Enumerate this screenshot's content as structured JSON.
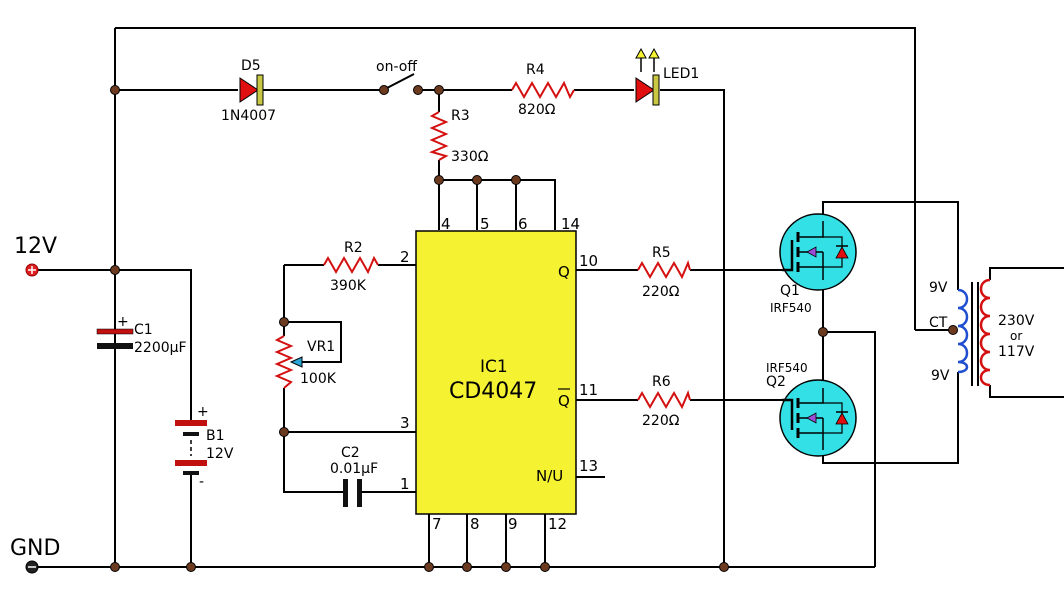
{
  "colors": {
    "wire": "#000000",
    "resistor": "#d41010",
    "ic_fill": "#f5f232",
    "mosfet_fill": "#33e0e6",
    "junction": "#6b3a1f",
    "coil_primary": "#1f4fd0",
    "coil_secondary": "#d41010",
    "diode_body": "#e01010",
    "diode_band": "#c8c844",
    "capacitor_plate": "#c01010"
  },
  "terminals": {
    "vin": "12V",
    "gnd": "GND"
  },
  "d5": {
    "ref": "D5",
    "part": "1N4007"
  },
  "switch": {
    "label": "on-off"
  },
  "r4": {
    "ref": "R4",
    "value": "820Ω"
  },
  "led1": {
    "ref": "LED1"
  },
  "r3": {
    "ref": "R3",
    "value": "330Ω"
  },
  "r2": {
    "ref": "R2",
    "value": "390K"
  },
  "vr1": {
    "ref": "VR1",
    "value": "100K"
  },
  "c1": {
    "ref": "C1",
    "value": "2200µF",
    "plus": "+"
  },
  "b1": {
    "ref": "B1",
    "value": "12V",
    "plus": "+",
    "minus": "-"
  },
  "c2": {
    "ref": "C2",
    "value": "0.01µF"
  },
  "ic1": {
    "ref": "IC1",
    "part": "CD4047",
    "pins_top": [
      "4",
      "5",
      "6",
      "14"
    ],
    "pins_bottom": [
      "7",
      "8",
      "9",
      "12"
    ],
    "pins_left": [
      "2",
      "3",
      "1"
    ],
    "pins_right": [
      "10",
      "11",
      "13"
    ],
    "out_q": "Q",
    "out_qbar": "Q",
    "out_nu": "N/U"
  },
  "r5": {
    "ref": "R5",
    "value": "220Ω"
  },
  "r6": {
    "ref": "R6",
    "value": "220Ω"
  },
  "q1": {
    "ref": "Q1",
    "part": "IRF540"
  },
  "q2": {
    "ref": "Q2",
    "part": "IRF540"
  },
  "transformer": {
    "primary_top": "9V",
    "center_tap": "CT",
    "primary_bottom": "9V",
    "secondary_line1": "230V",
    "secondary_line2": "or",
    "secondary_line3": "117V"
  }
}
